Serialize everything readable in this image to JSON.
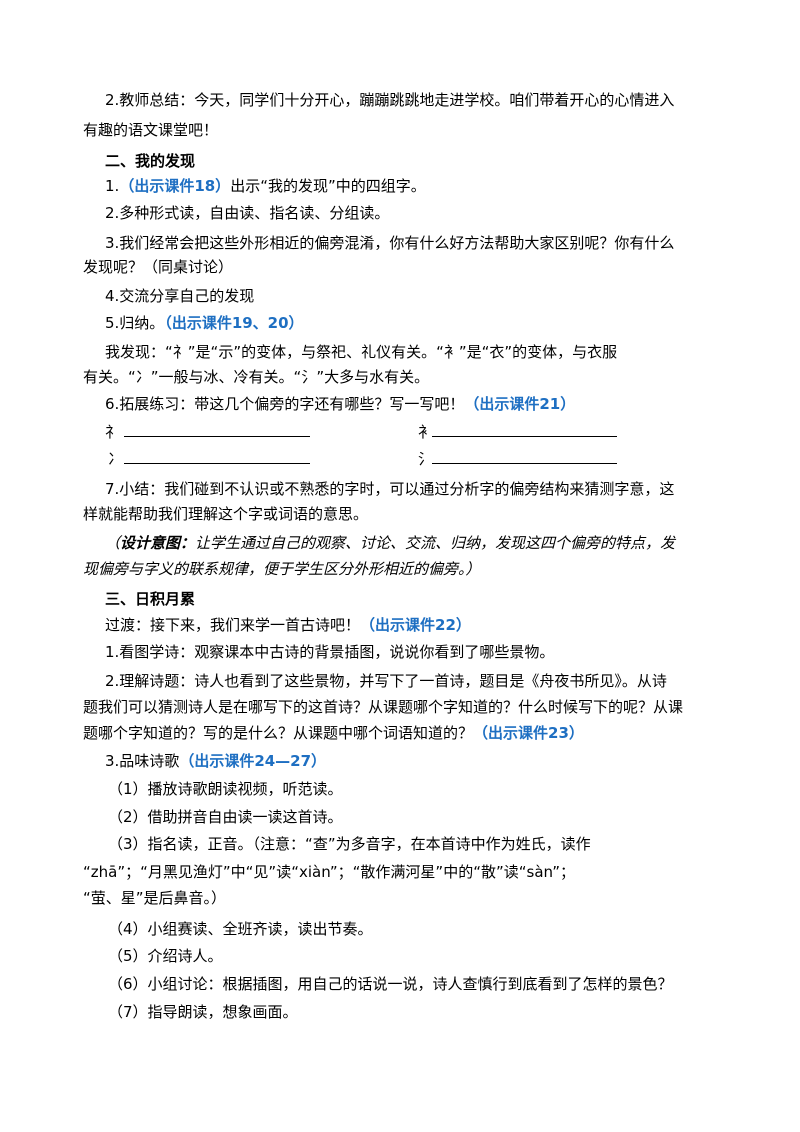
{
  "colors": {
    "text": "#000000",
    "accent": "#1e6fc2"
  },
  "lines": {
    "l1": "2.教师总结：今天，同学们十分开心，蹦蹦跳跳地走进学校。咱们带着开心的心情进入",
    "l2": "有趣的语文课堂吧！",
    "h2": "二、我的发现",
    "s1a": "1.",
    "s1b": "（出示课件18）",
    "s1c": "出示“我的发现”中的四组字。",
    "s2": "2.多种形式读，自由读、指名读、分组读。",
    "s3a": "3.我们经常会把这些外形相近的偏旁混淆，你有什么好方法帮助大家区别呢？你有什么",
    "s3b": "发现呢？（同桌讨论）",
    "s4": "4.交流分享自己的发现",
    "s5a": "5.归纳。",
    "s5b": "（出示课件19、20）",
    "f1": "我发现：“礻”是“示”的变体，与祭祀、礼仪有关。“衤”是“衣”的变体，与衣服",
    "f2": "有关。“冫”一般与冰、冷有关。“氵”大多与水有关。",
    "s6a": "6.拓展练习：带这几个偏旁的字还有哪些？写一写吧！",
    "s6b": "（出示课件21）",
    "r1": "礻",
    "r2": "衤",
    "r3": "冫",
    "r4": "氵",
    "s7a": "7.小结：我们碰到不认识或不熟悉的字时，可以通过分析字的偏旁结构来猜测字意，这",
    "s7b": "样就能帮助我们理解这个字或词语的意思。",
    "d1a": "（",
    "d1b": "设计意图：",
    "d1c": "让学生通过自己的观察、讨论、交流、归纳，发现这四个偏旁的特点，发",
    "d2": "现偏旁与字义的联系规律，便于学生区分外形相近的偏旁。）",
    "h3": "三、日积月累",
    "t1a": "过渡：接下来，我们来学一首古诗吧！",
    "t1b": "（出示课件22）",
    "p1": "1.看图学诗：观察课本中古诗的背景插图，说说你看到了哪些景物。",
    "p2a": "2.理解诗题：诗人也看到了这些景物，并写下了一首诗，题目是《舟夜书所见》。从诗",
    "p2b": "题我们可以猜测诗人是在哪写下的这首诗？从课题哪个字知道的？什么时候写下的呢？从课",
    "p2c": "题哪个字知道的？写的是什么？从课题中哪个词语知道的？",
    "p2d": "（出示课件23）",
    "p3a": "3.品味诗歌",
    "p3b": "（出示课件24—27）",
    "q1": "（1）播放诗歌朗读视频，听范读。",
    "q2": "（2）借助拼音自由读一读这首诗。",
    "q3": "（3）指名读，正音。（注意：“查”为多音字，在本首诗中作为姓氏，读作",
    "q3b": "“zhā”；“月黑见渔灯”中“见”读“xiàn”；“散作满河星”中的“散”读“sàn”；",
    "q3c": "“萤、星”是后鼻音。）",
    "q4": "（4）小组赛读、全班齐读，读出节奏。",
    "q5": "（5）介绍诗人。",
    "q6": "（6）小组讨论：根据插图，用自己的话说一说，诗人查慎行到底看到了怎样的景色？",
    "q7": "（7）指导朗读，想象画面。"
  }
}
